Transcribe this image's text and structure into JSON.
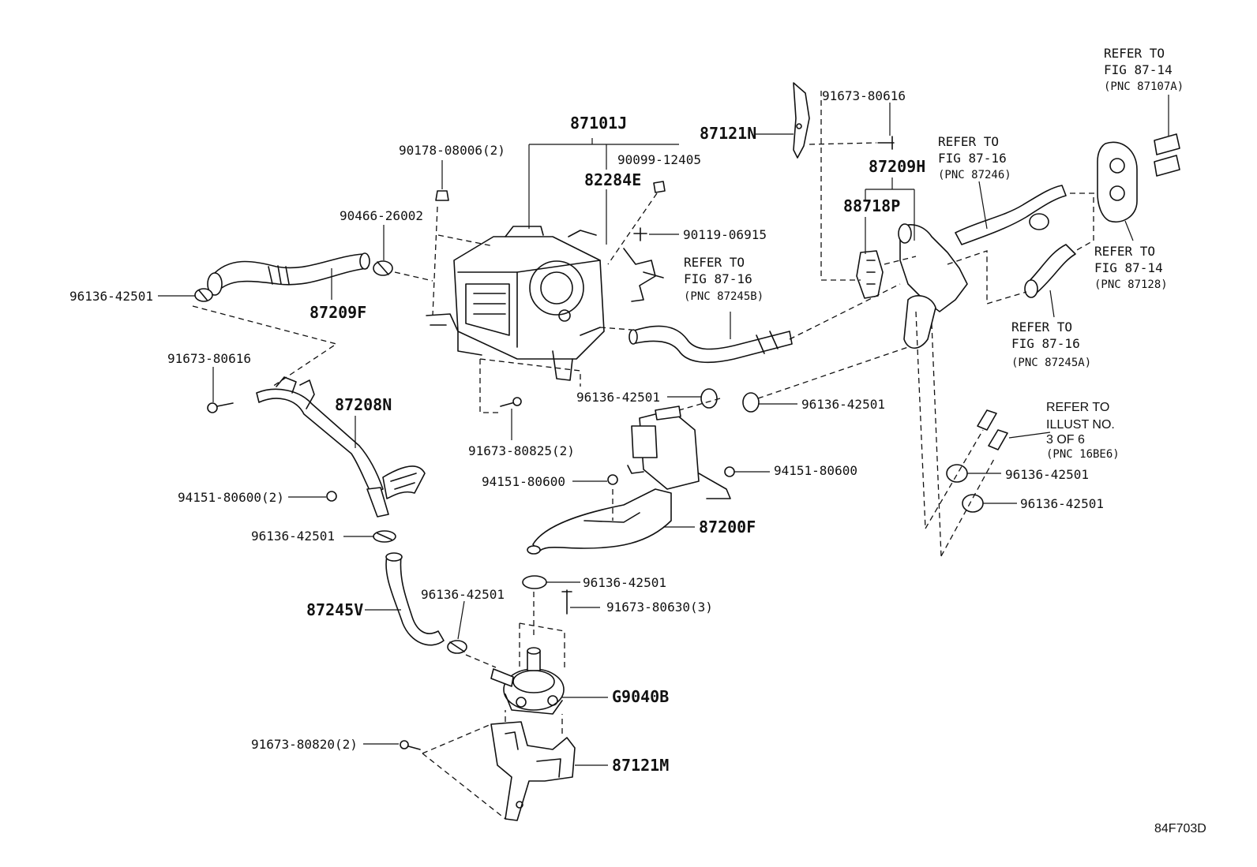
{
  "figure_id": "84F703D",
  "parts": {
    "p87101J": "87101J",
    "p82284E": "82284E",
    "p87209F": "87209F",
    "p87208N": "87208N",
    "p87245V": "87245V",
    "p87200F": "87200F",
    "p87121N": "87121N",
    "p87209H": "87209H",
    "p88718P": "88718P",
    "pG9040B": "G9040B",
    "p87121M": "87121M"
  },
  "fasteners": {
    "f90178": "90178-08006(2)",
    "f90099": "90099-12405",
    "f90466": "90466-26002",
    "f90119": "90119-06915",
    "clamp_left_top": "96136-42501",
    "screw_left": "91673-80616",
    "screw_top_center": "91673-80616",
    "clamp_center_a": "96136-42501",
    "clamp_center_b": "96136-42501",
    "screw_center": "91673-80825(2)",
    "nut_left": "94151-80600(2)",
    "nut_center": "94151-80600",
    "nut_right": "94151-80600",
    "clamp_left_mid": "96136-42501",
    "clamp_center_low": "96136-42501",
    "clamp_pump": "96136-42501",
    "screw_pump": "91673-80630(3)",
    "screw_bracket": "91673-80820(2)",
    "clamp_right_a": "96136-42501",
    "clamp_right_b": "96136-42501"
  },
  "references": {
    "ref_87107A": {
      "line1": "REFER TO",
      "line2": "FIG 87-14",
      "line3": "(PNC 87107A)"
    },
    "ref_87246": {
      "line1": "REFER TO",
      "line2": "FIG 87-16",
      "line3": "(PNC 87246)"
    },
    "ref_87245B": {
      "line1": "REFER TO",
      "line2": "FIG 87-16",
      "line3": "(PNC 87245B)"
    },
    "ref_87128": {
      "line1": "REFER TO",
      "line2": "FIG 87-14",
      "line3": "(PNC 87128)"
    },
    "ref_87245A": {
      "line1": "REFER TO",
      "line2": "FIG 87-16",
      "line3": "(PNC 87245A)"
    },
    "ref_16BE6": {
      "line1": "REFER TO",
      "line2": "ILLUST NO.",
      "line3": "3 OF 6",
      "line4": "(PNC 16BE6)"
    }
  }
}
